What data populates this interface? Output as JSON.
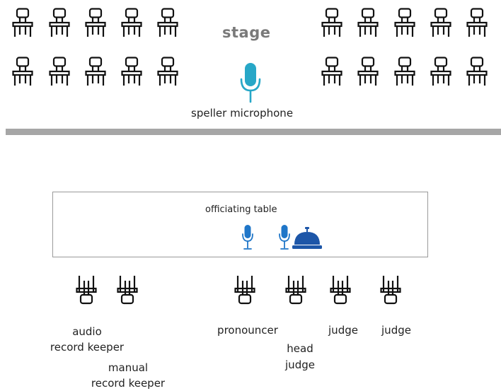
{
  "stage": {
    "label": "stage"
  },
  "speller_microphone": {
    "label": "speller microphone"
  },
  "officiating_table": {
    "label": "officiating table"
  },
  "officials": {
    "audio_line1": "audio",
    "audio_line2": "record keeper",
    "manual_line1": "manual",
    "manual_line2": "record keeper",
    "pronouncer": "pronouncer",
    "head_line1": "head",
    "head_line2": "judge",
    "judge_1": "judge",
    "judge_2": "judge"
  },
  "colors": {
    "stage_chair": "#111111",
    "stage_label": "#7a7a7a",
    "stage_bar": "#a6a6a6",
    "speller_mic": "#27a7c7",
    "table_mic": "#1f76c8",
    "bell": "#1d56a8",
    "table_border": "#9a9a9a"
  },
  "icons": {
    "audience_chairs": "chair-icon",
    "official_chairs": "chair-icon",
    "speller_mic": "microphone-icon",
    "table_mics": "microphone-icon",
    "bell": "bell-icon"
  }
}
